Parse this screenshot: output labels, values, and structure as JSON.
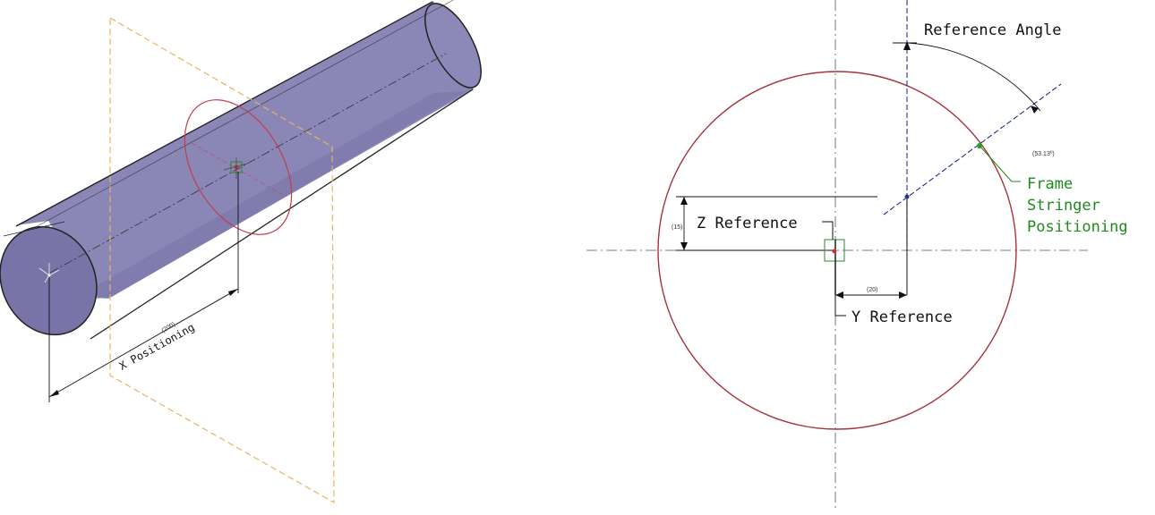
{
  "views": {
    "isometric": {
      "dimension_value": "(200)",
      "x_positioning_label": "X Positioning"
    },
    "section": {
      "reference_angle_label": "Reference Angle",
      "angle_value": "(53.13º)",
      "z_reference_label": "Z Reference",
      "z_dimension_value": "(15)",
      "y_reference_label": "Y Reference",
      "y_dimension_value": "(20)",
      "frame_stringer_lines": [
        "Frame",
        "Stringer",
        "Positioning"
      ]
    }
  },
  "colors": {
    "cylinder_body": "#8a86b6",
    "cylinder_end": "#7874a8",
    "frame_circle": "#a8323a",
    "plane_outline": "#e6b460",
    "dim_line": "#111111",
    "axis_dash": "#22339a",
    "label_green": "#1f8a1f"
  }
}
